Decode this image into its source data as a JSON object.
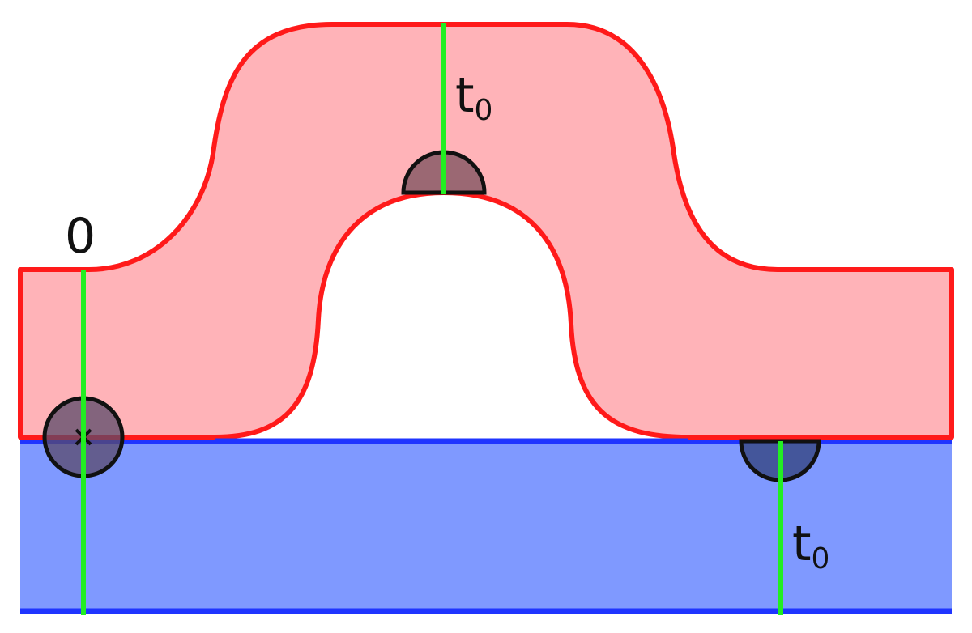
{
  "labels": {
    "start": "0",
    "top_main": "t",
    "top_sub": "0",
    "bottom_main": "t",
    "bottom_sub": "0"
  },
  "colors": {
    "red_fill": "#ffb3b8",
    "red_stroke": "#ff1a1a",
    "blue_fill": "#7f99ff",
    "blue_stroke": "#1f35ff",
    "green": "#22ee22",
    "disc_fill": "#5a4a6a",
    "disc_stroke": "#111111"
  }
}
